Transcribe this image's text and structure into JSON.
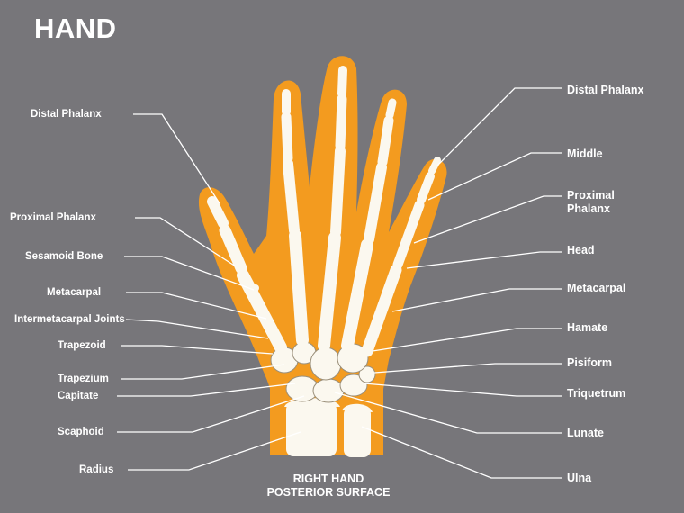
{
  "title": "HAND",
  "caption": {
    "line1": "RIGHT HAND",
    "line2": "POSTERIOR SURFACE"
  },
  "left_labels": {
    "distal_phalanx": "Distal Phalanx",
    "proximal_phalanx": "Proximal Phalanx",
    "sesamoid_bone": "Sesamoid Bone",
    "metacarpal": "Metacarpal",
    "intermetacarpal_joints": "Intermetacarpal Joints",
    "trapezoid": "Trapezoid",
    "trapezium": "Trapezium",
    "capitate": "Capitate",
    "scaphoid": "Scaphoid",
    "radius": "Radius"
  },
  "right_labels": {
    "distal_phalanx": "Distal Phalanx",
    "middle": "Middle",
    "proximal_phalanx": "Proximal Phalanx",
    "head": "Head",
    "metacarpal": "Metacarpal",
    "hamate": "Hamate",
    "pisiform": "Pisiform",
    "triquetrum": "Triquetrum",
    "lunate": "Lunate",
    "ulna": "Ulna"
  },
  "colors": {
    "background": "#77767a",
    "hand_outline": "#f39b1f",
    "bone": "#fbf8ef",
    "leader_line": "#ffffff"
  }
}
